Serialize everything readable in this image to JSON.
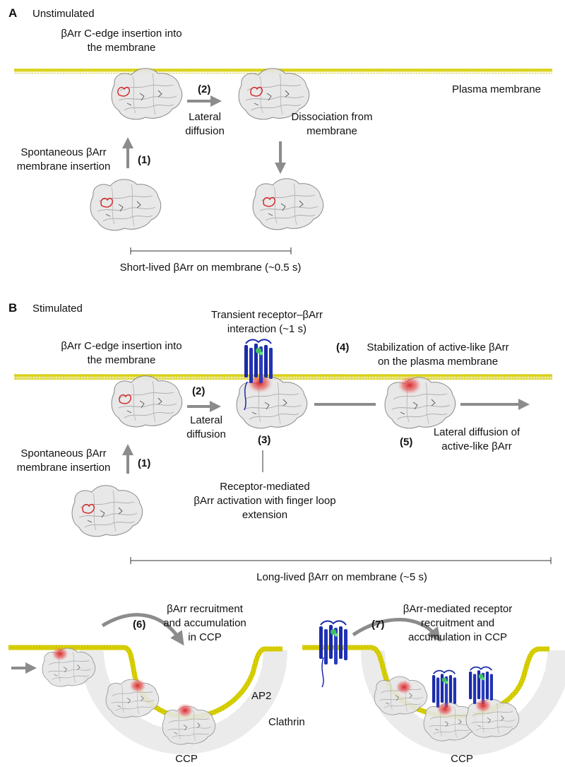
{
  "panel_a": {
    "letter": "A",
    "title": "Unstimulated",
    "label_cedge": [
      "βArr C-edge insertion into",
      "the membrane"
    ],
    "label_membrane": "Plasma membrane",
    "step1": "(1)",
    "step2": "(2)",
    "label_spontaneous": [
      "Spontaneous βArr",
      "membrane insertion"
    ],
    "label_lateral": [
      "Lateral",
      "diffusion"
    ],
    "label_dissociation": [
      "Dissociation from",
      "membrane"
    ],
    "label_shortlived": "Short-lived βArr on membrane (~0.5 s)"
  },
  "panel_b": {
    "letter": "B",
    "title": "Stimulated",
    "label_transient": [
      "Transient receptor–βArr",
      "interaction (~1 s)"
    ],
    "label_cedge": [
      "βArr C-edge insertion into",
      "the membrane"
    ],
    "step4": "(4)",
    "label_stabilization": [
      "Stabilization of active-like βArr",
      "on the plasma membrane"
    ],
    "step2": "(2)",
    "label_lateral": [
      "Lateral",
      "diffusion"
    ],
    "step3": "(3)",
    "step5": "(5)",
    "label_lateral_active": [
      "Lateral diffusion of",
      "active-like βArr"
    ],
    "step1": "(1)",
    "label_spontaneous": [
      "Spontaneous βArr",
      "membrane insertion"
    ],
    "label_receptor_mediated": [
      "Receptor-mediated",
      "βArr activation with finger loop",
      "extension"
    ],
    "label_longlived": "Long-lived βArr on membrane (~5 s)"
  },
  "panel_c": {
    "step6": "(6)",
    "label_recruitment": [
      "βArr recruitment",
      "and accumulation",
      "in CCP"
    ],
    "label_ap2": "AP2",
    "label_clathrin": "Clathrin",
    "label_ccp_left": "CCP",
    "step7": "(7)",
    "label_receptor_recruitment": [
      "βArr-mediated receptor",
      "recruitment and",
      "accumulation in CCP"
    ],
    "label_ccp_right": "CCP"
  },
  "colors": {
    "membrane": "#e8e000",
    "membrane_dark": "#9a9400",
    "protein_fill": "#e4e4e4",
    "protein_stroke": "#8a8a8a",
    "finger_loop": "#d42020",
    "active_glow": "#e04040",
    "receptor": "#1a2aa8",
    "ligand": "#40c060",
    "arrow": "#8c8c8c",
    "clathrin": "#e9e9e9"
  }
}
